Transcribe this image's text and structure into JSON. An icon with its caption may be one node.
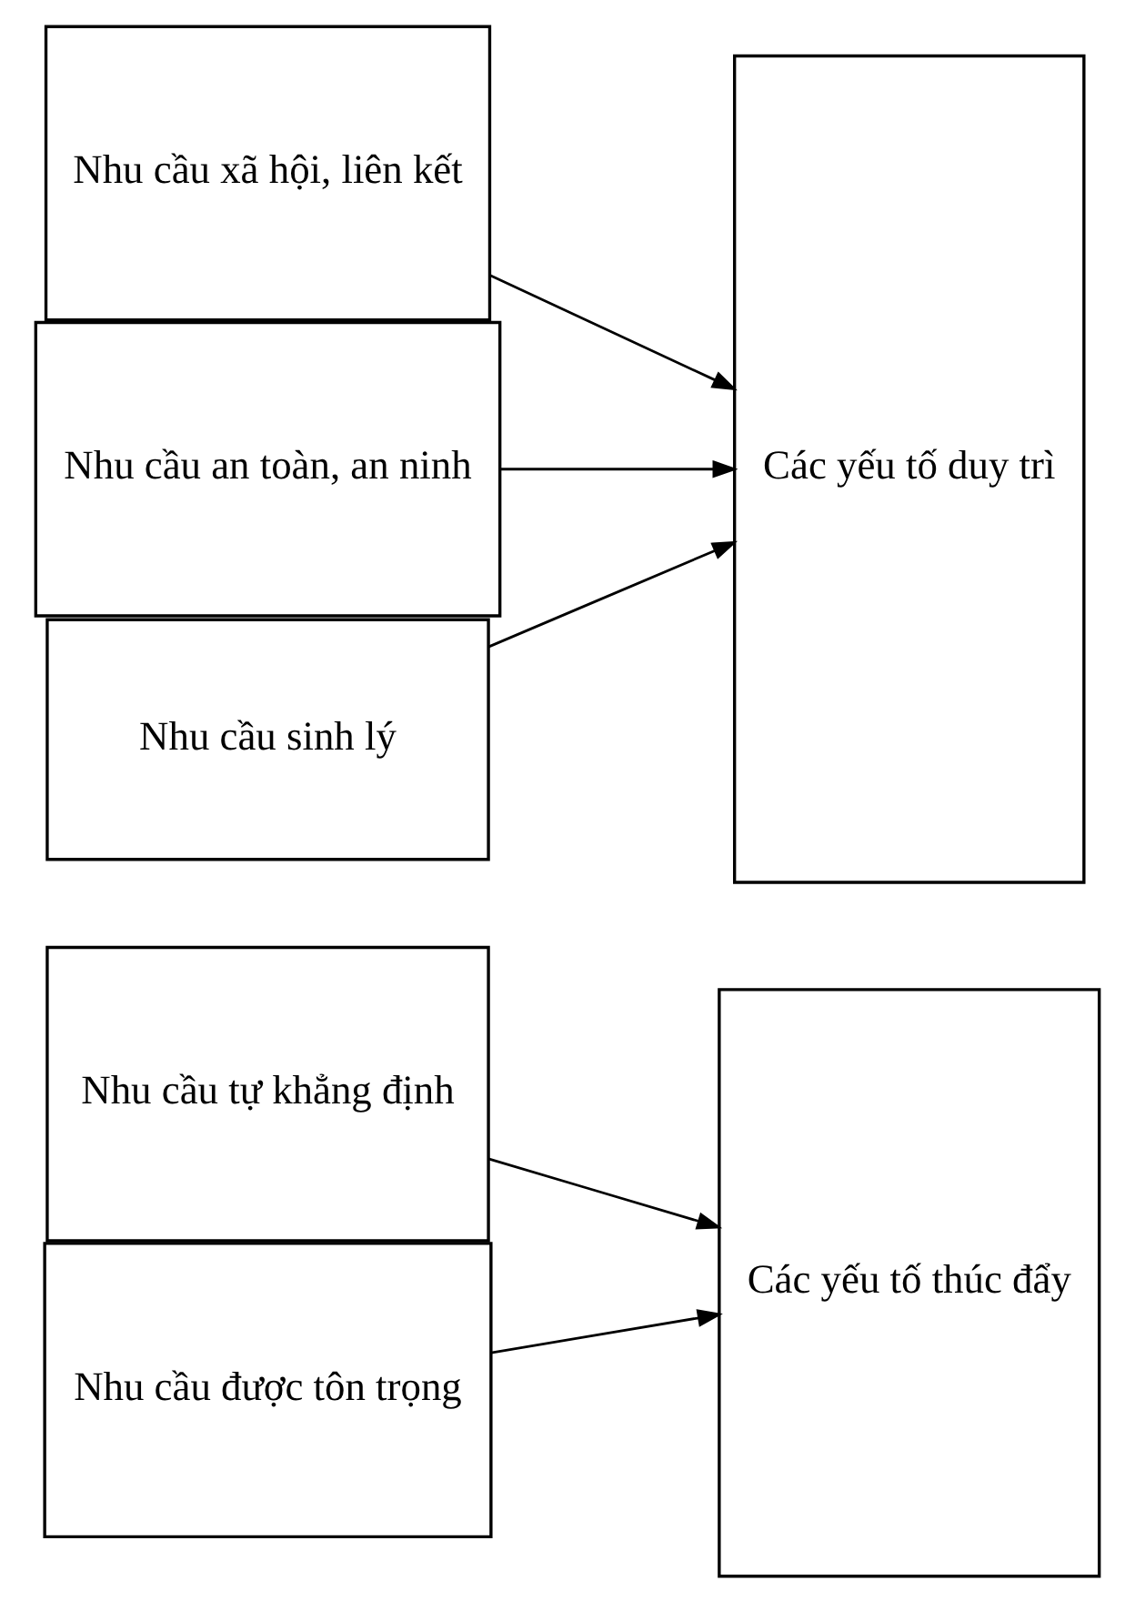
{
  "diagram": {
    "nodes": [
      {
        "text": [
          "Nhu cầu tự khẳng định"
        ]
      },
      {
        "text": [
          "Nhu cầu được tôn trọng"
        ]
      },
      {
        "text": [
          "Nhu cầu xã hội, liên kết"
        ]
      },
      {
        "text": [
          "Nhu cầu an toàn, an ninh"
        ]
      },
      {
        "text": [
          "Nhu cầu sinh lý"
        ]
      },
      {
        "text": [
          "Các yếu tố thúc đẩy"
        ]
      },
      {
        "text": [
          "Các yếu tố duy trì"
        ]
      }
    ],
    "edges": [
      {
        "from": 0,
        "to": 5,
        "arrow": "to"
      },
      {
        "from": 1,
        "to": 5,
        "arrow": "to"
      },
      {
        "from": 2,
        "to": 6,
        "arrow": "to"
      },
      {
        "from": 3,
        "to": 6,
        "arrow": "to"
      },
      {
        "from": 4,
        "to": 6,
        "arrow": "to"
      }
    ]
  }
}
